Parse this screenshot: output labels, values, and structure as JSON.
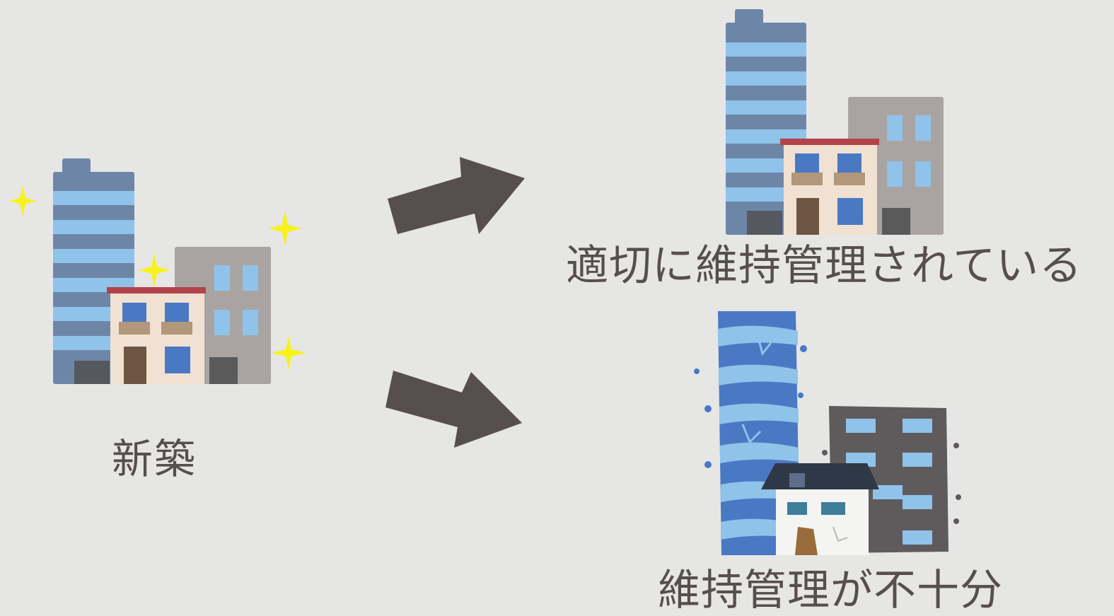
{
  "labels": {
    "new_building": "新築",
    "well_maintained": "適切に維持管理されている",
    "poorly_maintained": "維持管理が不十分"
  },
  "colors": {
    "background": "#e6e6e5",
    "text": "#564f4d",
    "arrow": "#564f4d",
    "tower_dark": "#6d86a8",
    "tower_light": "#8fc3ea",
    "office_gray": "#a9a4a2",
    "house_wall": "#f1e1d2",
    "sparkle": "#f7f21a",
    "damaged_tower": "#4a79c4",
    "damaged_office": "#5f5a5c"
  }
}
